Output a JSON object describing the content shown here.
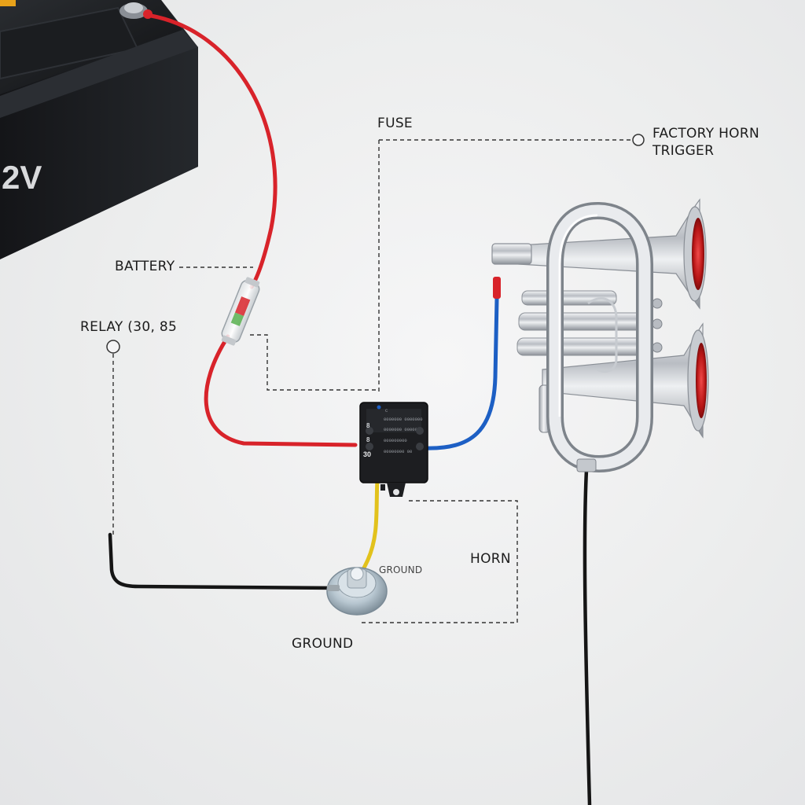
{
  "diagram": {
    "battery_marking": "2V",
    "labels": {
      "fuse": "FUSE",
      "factory_horn_trigger_line1": "FACTORY HORN",
      "factory_horn_trigger_line2": "TRIGGER",
      "battery": "BATTERY",
      "relay": "RELAY (30, 85",
      "horn": "HORN",
      "ground": "GROUND",
      "ground_small": "GROUND"
    },
    "relay_pin_marks": {
      "left_top": "8",
      "left_mid": "8",
      "bottom_left": "30"
    },
    "wire_colors": {
      "power": "#d8232a",
      "horn_feed": "#1d5fc4",
      "ground_lead": "#e2c21c",
      "trigger": "#151515",
      "leader": "#333333"
    }
  }
}
